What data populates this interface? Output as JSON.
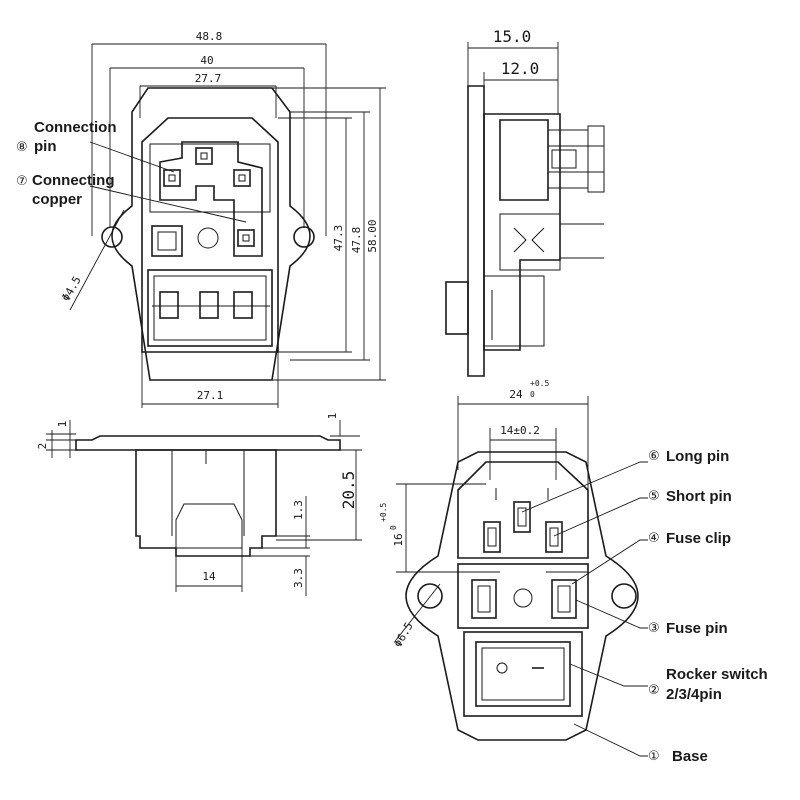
{
  "dimensions": {
    "top_front": {
      "w488": "48.8",
      "w40": "40",
      "w277": "27.7",
      "w271": "27.1",
      "h473": "47.3",
      "h478": "47.8",
      "h58": "58.00",
      "hole": "Φ4.5"
    },
    "top_side": {
      "w150": "15.0",
      "w120": "12.0"
    },
    "bottom_side": {
      "t1a": "1",
      "t2": "2",
      "t1b": "1",
      "h205": "20.5",
      "h13": "1.3",
      "h33": "3.3",
      "w14": "14"
    },
    "bottom_front": {
      "w24": "24",
      "w24_tol": "+0.5",
      "w24_tol_low": "0",
      "w14": "14±0.2",
      "h16": "16",
      "h16_tol": "+0.5",
      "h16_tol_low": "0",
      "hole": "Φ6.5"
    }
  },
  "callouts_top": {
    "c8_num": "⑧",
    "c8_line1": "Connection",
    "c8_line2": "pin",
    "c7_num": "⑦",
    "c7_line1": "Connecting",
    "c7_line2": "copper"
  },
  "callouts_bottom": [
    {
      "num": "⑥",
      "label": "Long pin"
    },
    {
      "num": "⑤",
      "label": "Short pin"
    },
    {
      "num": "④",
      "label": "Fuse clip"
    },
    {
      "num": "③",
      "label": "Fuse pin"
    },
    {
      "num": "②",
      "label": "Rocker switch",
      "label2": "2/3/4pin"
    },
    {
      "num": "①",
      "label": "Base"
    }
  ]
}
